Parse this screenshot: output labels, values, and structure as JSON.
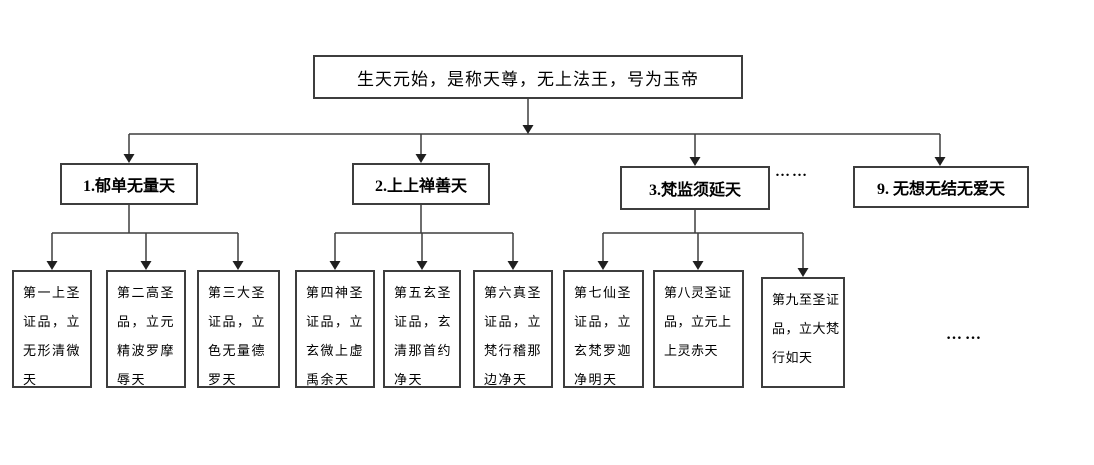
{
  "diagram": {
    "root": {
      "label": "生天元始，是称天尊，无上法王，号为玉帝"
    },
    "heavens": [
      {
        "label": "1.郁单无量天",
        "children": [
          {
            "lines": [
              "第一上圣",
              "证品，立",
              "无形清微",
              "天"
            ]
          },
          {
            "lines": [
              "第二高圣",
              "品，立元",
              "精波罗摩",
              "辱天"
            ]
          },
          {
            "lines": [
              "第三大圣",
              "证品，立",
              "色无量德",
              "罗天"
            ]
          }
        ]
      },
      {
        "label": "2.上上禅善天",
        "children": [
          {
            "lines": [
              "第四神圣",
              "证品，立",
              "玄微上虚",
              "禹余天"
            ]
          },
          {
            "lines": [
              "第五玄圣",
              "证品，玄",
              "清那首约",
              "净天"
            ]
          },
          {
            "lines": [
              "第六真圣",
              "证品，立",
              "梵行稽那",
              "边净天"
            ]
          }
        ]
      },
      {
        "label": "3.梵监须延天",
        "children": [
          {
            "lines": [
              "第七仙圣",
              "证品，立",
              "玄梵罗迦",
              "净明天"
            ]
          },
          {
            "lines": [
              "第八灵圣证",
              "品，立元上",
              "上灵赤天"
            ]
          },
          {
            "lines": [
              "第九至圣证",
              "品，立大梵",
              "行如天"
            ]
          }
        ]
      },
      {
        "label": "9. 无想无结无爱天",
        "children": []
      }
    ],
    "ellipsis_top": "……",
    "ellipsis_bottom": "……"
  }
}
